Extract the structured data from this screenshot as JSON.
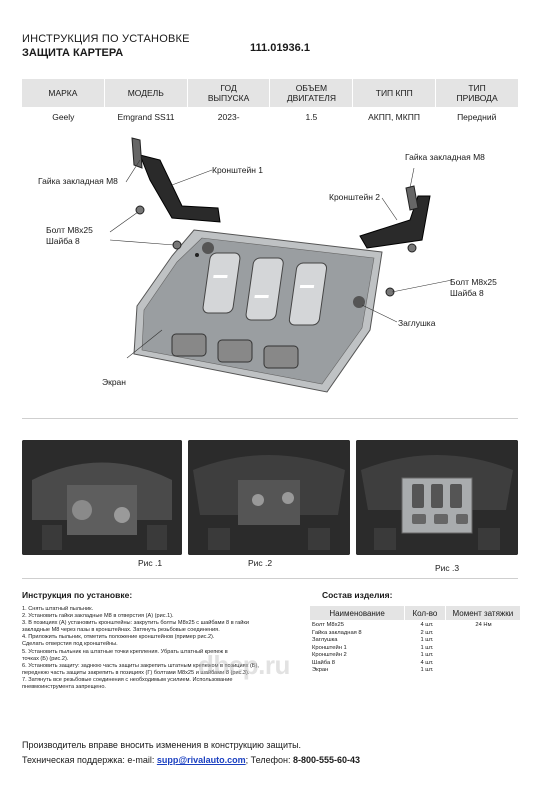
{
  "header": {
    "title": "ИНСТРУКЦИЯ ПО УСТАНОВКЕ",
    "subtitle": "ЗАЩИТА КАРТЕРА",
    "code": "111.01936.1"
  },
  "spec_table": {
    "headers": [
      "МАРКА",
      "МОДЕЛЬ",
      "ГОД\nВЫПУСКА",
      "ОБЪЕМ\nДВИГАТЕЛЯ",
      "ТИП КПП",
      "ТИП\nПРИВОДА"
    ],
    "row": [
      "Geely",
      "Emgrand SS11",
      "2023-",
      "1.5",
      "АКПП, МКПП",
      "Передний"
    ]
  },
  "diagram": {
    "callouts": {
      "nut_left": "Гайка закладная М8",
      "bracket1": "Кронштейн 1",
      "bolt_left": "Болт М8х25",
      "washer_left": "Шайба 8",
      "nut_right": "Гайка закладная М8",
      "bracket2": "Кронштейн 2",
      "bolt_right": "Болт М8х25",
      "washer_right": "Шайба 8",
      "plug": "Заглушка",
      "screen": "Экран"
    }
  },
  "figures": {
    "fig1": "Рис .1",
    "fig2": "Рис .2",
    "fig3": "Рис .3"
  },
  "instructions": {
    "title": "Инструкция по установке:",
    "steps": [
      "1. Снять штатный пыльник.",
      "2. Установить гайки закладные М8 в отверстия (А) (рис.1).",
      "3. В позициях (А) установить кронштейны: закрутить болты М8х25 с шайбами 8 в гайки",
      "закладные М8 через пазы в кронштейнах. Затянуть резьбовые соединения.",
      "4. Приложить пыльник, отметить положение кронштейнов (пример рис.2).",
      "Сделать отверстия под кронштейны.",
      "5. Установить пыльник на штатные точки крепления. Убрать штатный крепеж в",
      "точках (Б) (рис.2).",
      "6. Установить защиту: заднюю часть защиты закрепить штатным крепежом в позициях (Б),",
      "переднюю часть защиты закрепить в позициях (Г) болтами М8х25 и шайбами 8 (рис.3).",
      "7. Затянуть все резьбовые соединения с необходимым усилием. Использование",
      "пневмоинструмента запрещено."
    ]
  },
  "components": {
    "title": "Состав изделия:",
    "headers": [
      "Наименование",
      "Кол-во",
      "Момент затяжки"
    ],
    "rows": [
      [
        "Болт М8х25",
        "4 шт.",
        "24 Нм"
      ],
      [
        "Гайка закладная 8",
        "2 шт.",
        ""
      ],
      [
        "Заглушка",
        "1 шт.",
        ""
      ],
      [
        "Кронштейн 1",
        "1 шт.",
        ""
      ],
      [
        "Кронштейн 2",
        "1 шт.",
        ""
      ],
      [
        "Шайба 8",
        "4 шт.",
        ""
      ],
      [
        "Экран",
        "1 шт.",
        ""
      ]
    ]
  },
  "watermark": "dbcp.ru",
  "footer": {
    "notice": "Производитель вправе вносить изменения в конструкцию защиты.",
    "support_label": "Техническая поддержка:  e-mail: ",
    "email": "supp@rivalauto.com",
    "phone_label": "; Телефон: ",
    "phone": "8-800-555-60-43"
  },
  "colors": {
    "accent_link": "#1a3fc0",
    "table_header": "#e4e4e4"
  }
}
